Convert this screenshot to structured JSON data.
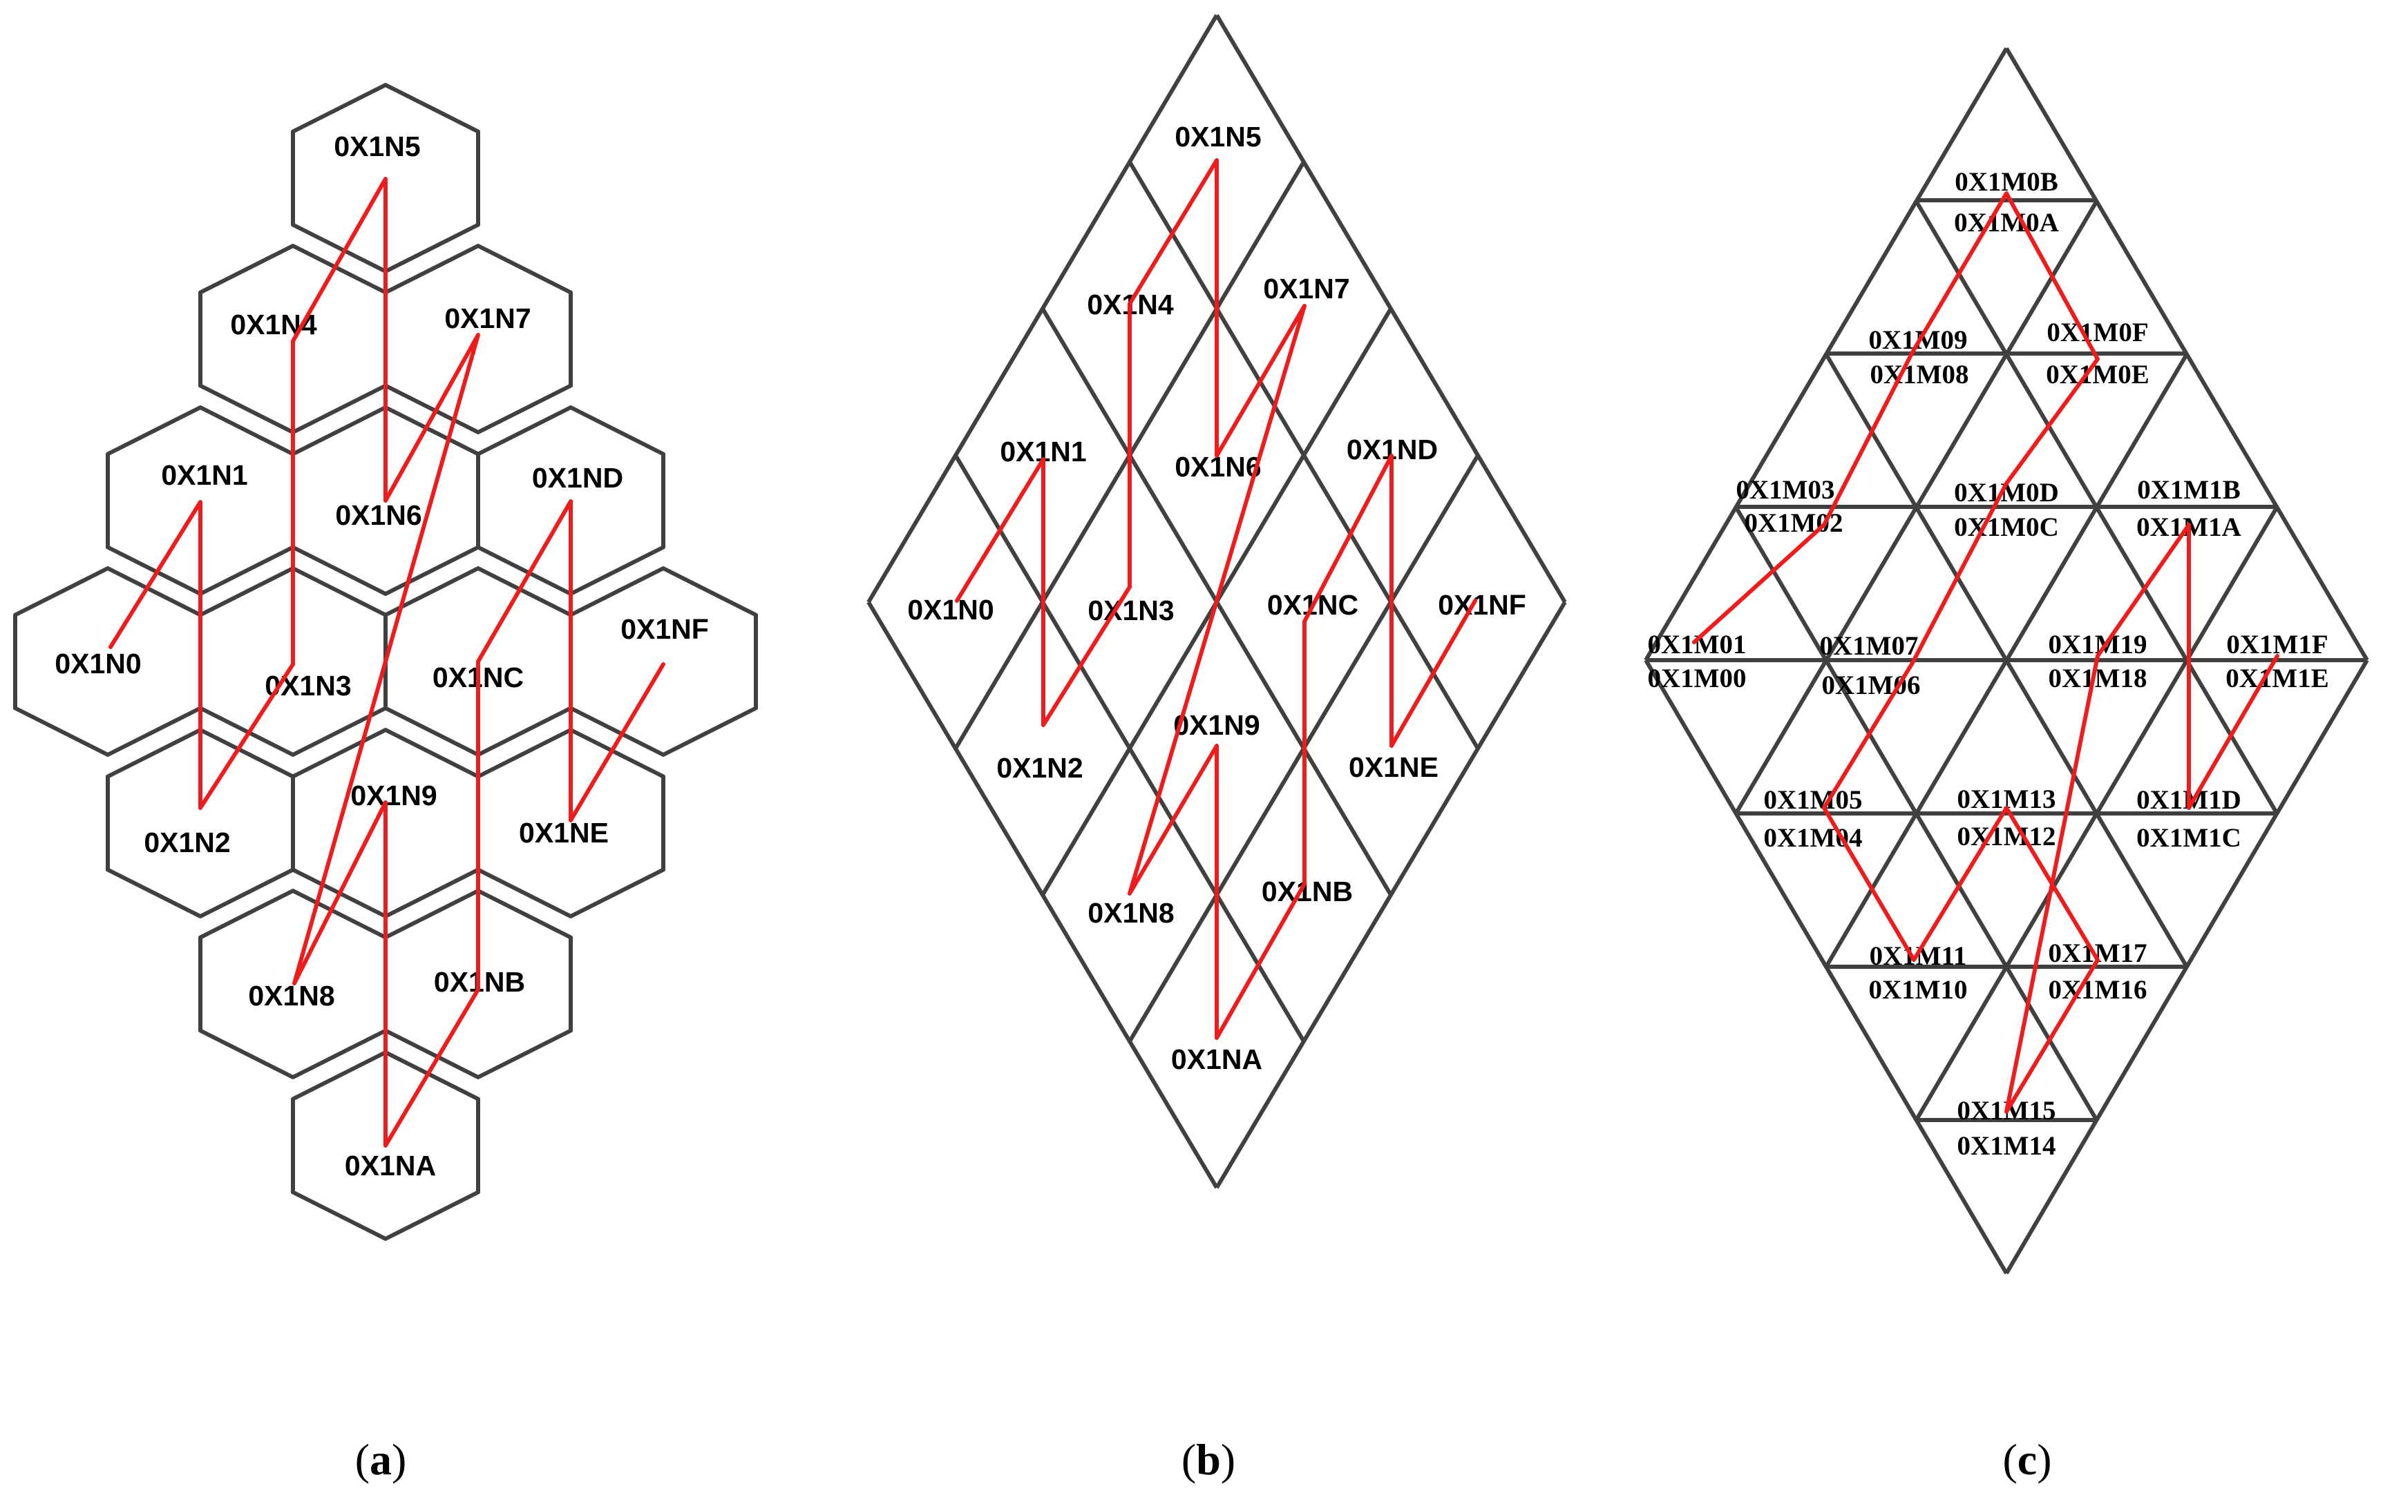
{
  "panels": [
    {
      "id": "a",
      "caption_letter": "a",
      "cell_shape": "hexagon",
      "labels": [
        "0X1N0",
        "0X1N1",
        "0X1N2",
        "0X1N3",
        "0X1N4",
        "0X1N5",
        "0X1N6",
        "0X1N7",
        "0X1N8",
        "0X1N9",
        "0X1NA",
        "0X1NB",
        "0X1NC",
        "0X1ND",
        "0X1NE",
        "0X1NF"
      ],
      "curve_order": [
        "0X1N5",
        "0X1N4",
        "0X1N3",
        "0X1N2",
        "0X1N1",
        "0X1N0"
      ],
      "curve_order_2": [
        "0X1N5",
        "0X1N6",
        "0X1N7",
        "0X1N8",
        "0X1N9",
        "0X1NA",
        "0X1NB",
        "0X1NC",
        "0X1ND",
        "0X1NE",
        "0X1NF"
      ]
    },
    {
      "id": "b",
      "caption_letter": "b",
      "cell_shape": "rhombus",
      "labels": [
        "0X1N0",
        "0X1N1",
        "0X1N2",
        "0X1N3",
        "0X1N4",
        "0X1N5",
        "0X1N6",
        "0X1N7",
        "0X1N8",
        "0X1N9",
        "0X1NA",
        "0X1NB",
        "0X1NC",
        "0X1ND",
        "0X1NE",
        "0X1NF"
      ]
    },
    {
      "id": "c",
      "caption_letter": "c",
      "cell_shape": "triangle",
      "labels": [
        "0X1M00",
        "0X1M01",
        "0X1M02",
        "0X1M03",
        "0X1M04",
        "0X1M05",
        "0X1M06",
        "0X1M07",
        "0X1M08",
        "0X1M09",
        "0X1M0A",
        "0X1M0B",
        "0X1M0C",
        "0X1M0D",
        "0X1M0E",
        "0X1M0F",
        "0X1M10",
        "0X1M11",
        "0X1M12",
        "0X1M13",
        "0X1M14",
        "0X1M15",
        "0X1M16",
        "0X1M17",
        "0X1M18",
        "0X1M19",
        "0X1M1A",
        "0X1M1B",
        "0X1M1C",
        "0X1M1D",
        "0X1M1E",
        "0X1M1F"
      ]
    }
  ],
  "colors": {
    "cell_edge": "#404040",
    "curve": "#ee1c1c",
    "text": "#000000"
  }
}
